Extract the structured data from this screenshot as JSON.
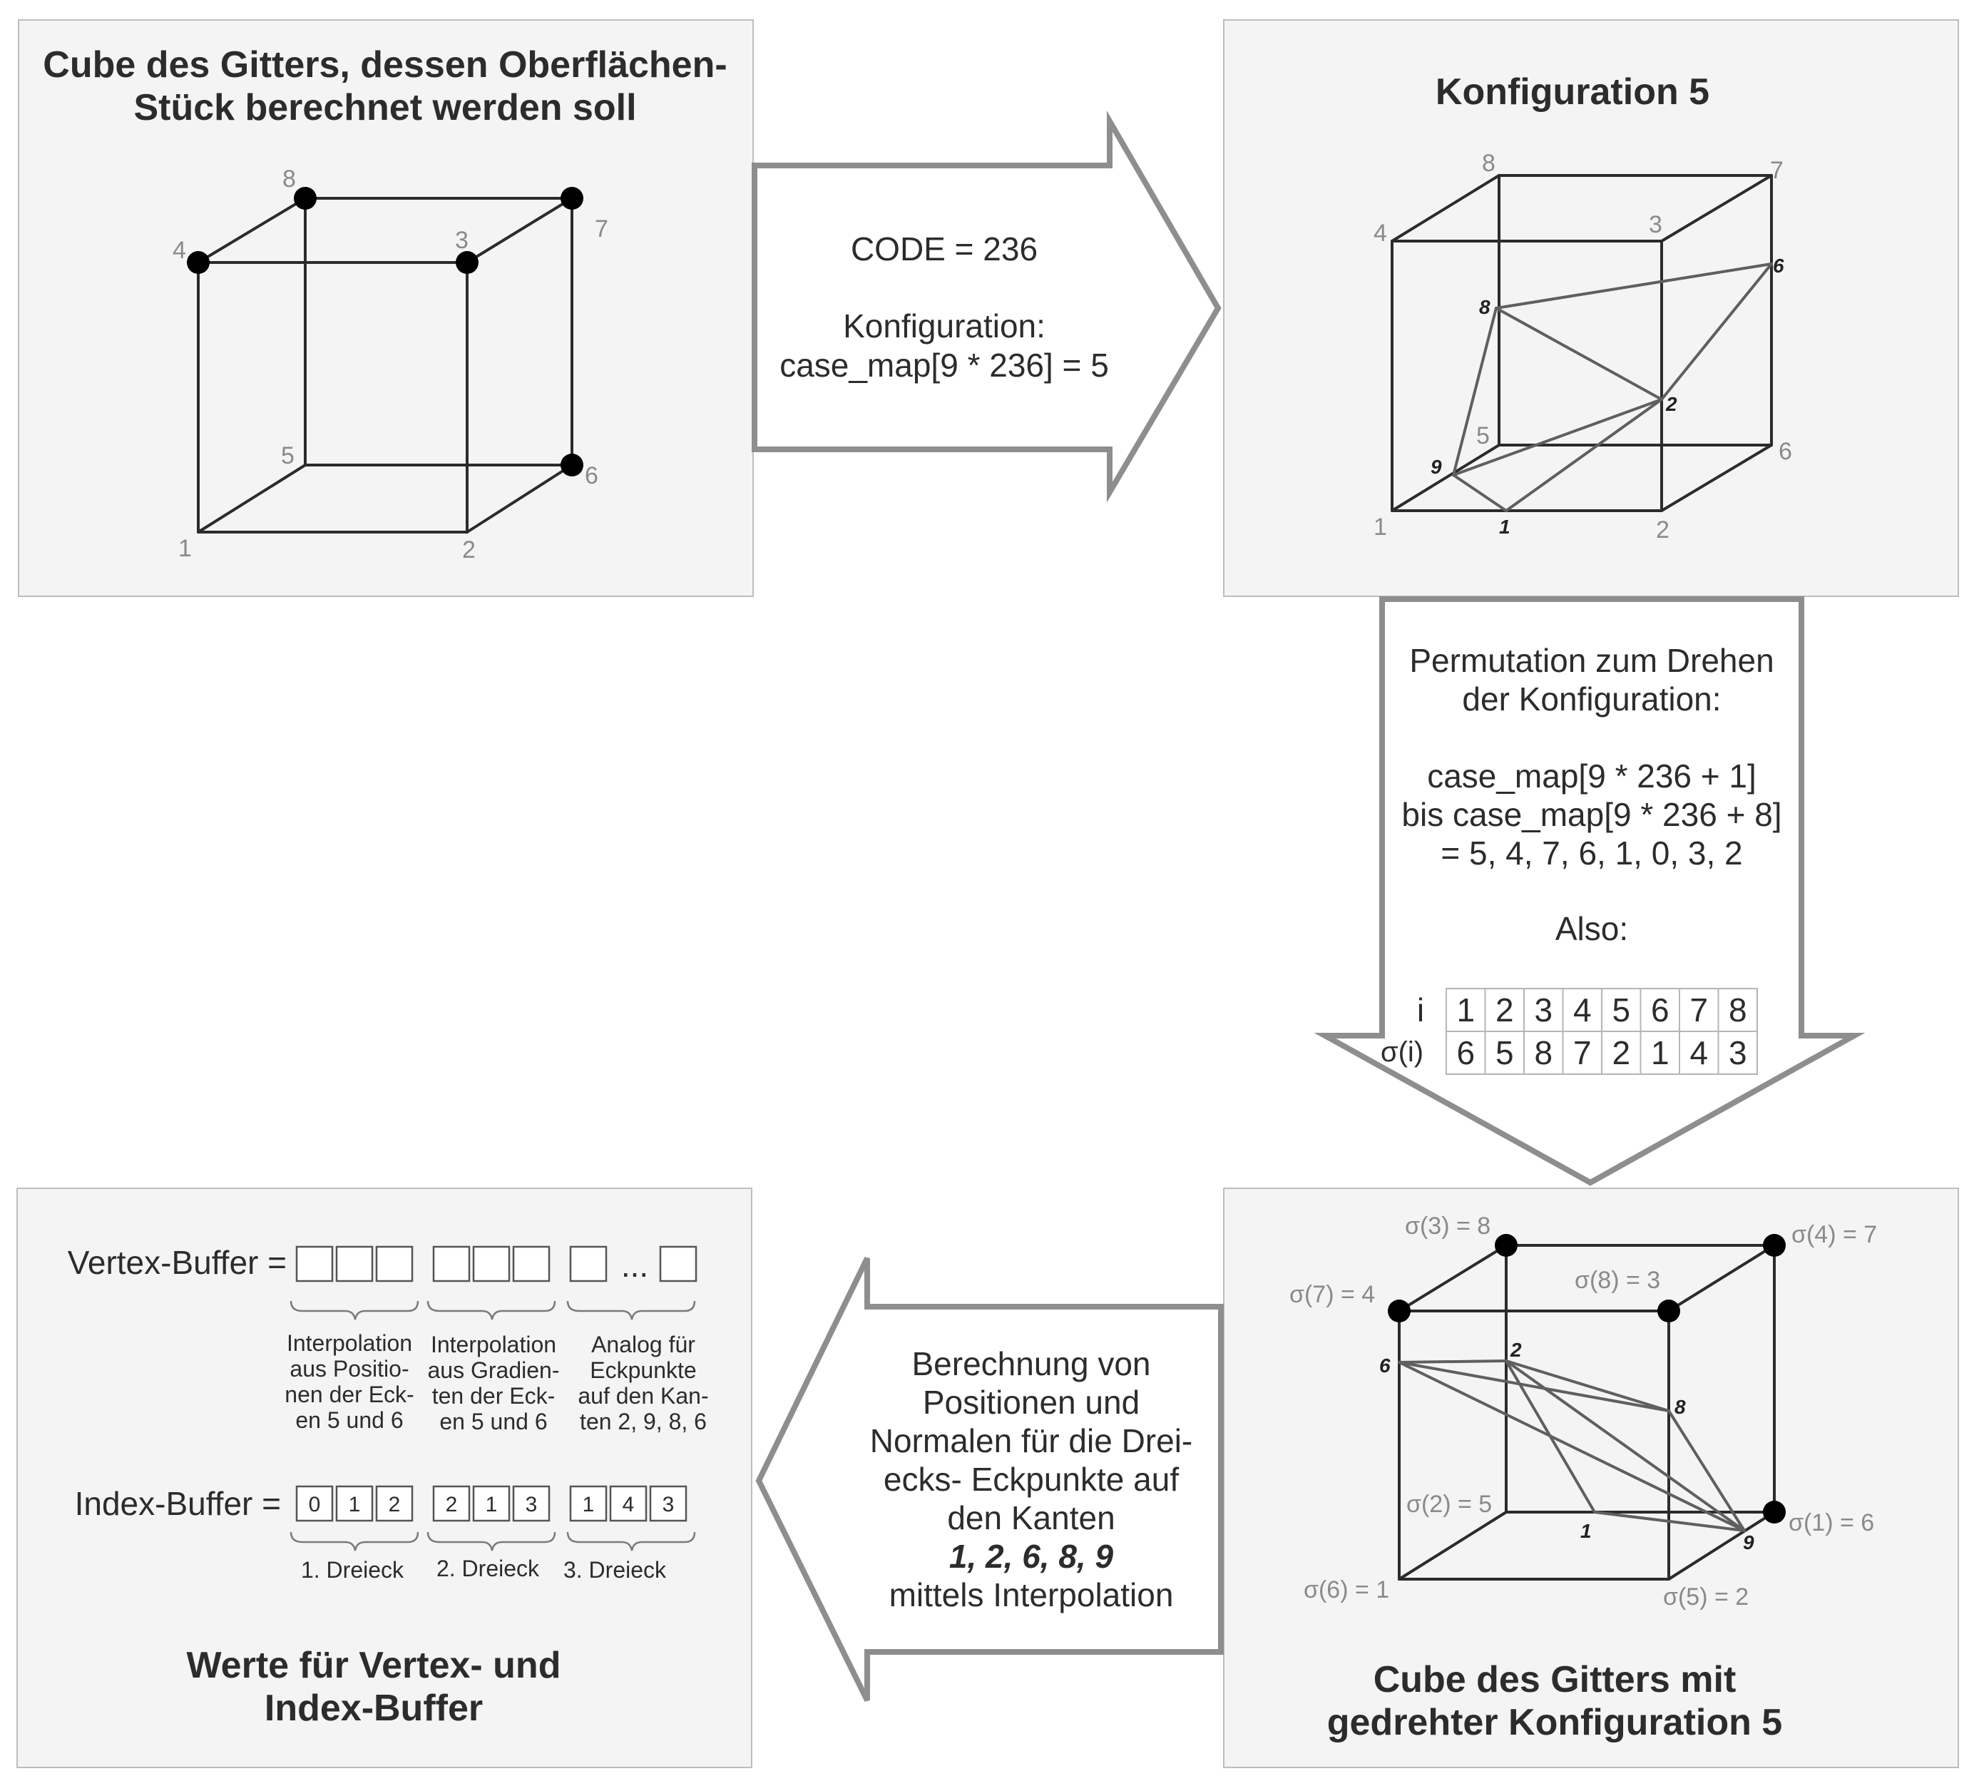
{
  "panel_top_left": {
    "title_line1": "Cube des Gitters, dessen Oberflächen-",
    "title_line2": "Stück berechnet werden soll",
    "vertex_labels": [
      "1",
      "2",
      "3",
      "4",
      "5",
      "6",
      "7",
      "8"
    ]
  },
  "arrow_right": {
    "line1": "CODE = 236",
    "line2": "Konfiguration:",
    "line3": "case_map[9 * 236] = 5"
  },
  "panel_top_right": {
    "title": "Konfiguration 5",
    "vertex_labels": [
      "1",
      "2",
      "3",
      "4",
      "5",
      "6",
      "7",
      "8"
    ],
    "edge_labels": [
      "1",
      "2",
      "6",
      "8",
      "9"
    ]
  },
  "arrow_down": {
    "line1": "Permutation zum Drehen",
    "line2": "der Konfiguration:",
    "line3": "case_map[9 * 236 + 1]",
    "line4": "bis case_map[9 * 236 + 8]",
    "line5": "= 5, 4, 7, 6, 1, 0, 3, 2",
    "line6": "Also:",
    "table": {
      "row1_label": "i",
      "row1": [
        "1",
        "2",
        "3",
        "4",
        "5",
        "6",
        "7",
        "8"
      ],
      "row2_label": "σ(i)",
      "row2": [
        "6",
        "5",
        "8",
        "7",
        "2",
        "1",
        "4",
        "3"
      ]
    }
  },
  "panel_bottom_right": {
    "title_line1": "Cube des Gitters mit",
    "title_line2": "gedrehter Konfiguration 5",
    "vertex_labels": [
      "σ(6) = 1",
      "σ(5) = 2",
      "σ(8) = 3",
      "σ(7) = 4",
      "σ(2) = 5",
      "σ(1) = 6",
      "σ(4) = 7",
      "σ(3) = 8"
    ],
    "edge_labels": [
      "1",
      "2",
      "6",
      "8",
      "9"
    ]
  },
  "arrow_left": {
    "line1": "Berechnung von",
    "line2": "Positionen und",
    "line3": "Normalen für die Drei-",
    "line4": "ecks- Eckpunkte auf",
    "line5": "den Kanten",
    "line6": "1, 2, 6, 8, 9",
    "line7": "mittels Interpolation"
  },
  "panel_bottom_left": {
    "vertex_buffer_label": "Vertex-Buffer =",
    "ellipsis": "...",
    "group1": [
      "Interpolation",
      "aus Positio-",
      "nen der Eck-",
      "en 5 und 6"
    ],
    "group2": [
      "Interpolation",
      "aus Gradien-",
      "ten der Eck-",
      "en 5 und 6"
    ],
    "group3": [
      "Analog für",
      "Eckpunkte",
      "auf den Kan-",
      "ten 2, 9, 8, 6"
    ],
    "index_buffer_label": "Index-Buffer =",
    "index_values": [
      "0",
      "1",
      "2",
      "2",
      "1",
      "3",
      "1",
      "4",
      "3"
    ],
    "triangle_labels": [
      "1. Dreieck",
      "2. Dreieck",
      "3. Dreieck"
    ],
    "title_line1": "Werte für Vertex- und",
    "title_line2": "Index-Buffer"
  },
  "colors": {
    "panel_fill": "#f4f4f4",
    "arrow_stroke": "#8e8e8e",
    "vertex_label": "#8a8a8a",
    "cube_edge": "#2b2b2b",
    "triangle_edge": "#5f5f5f"
  }
}
